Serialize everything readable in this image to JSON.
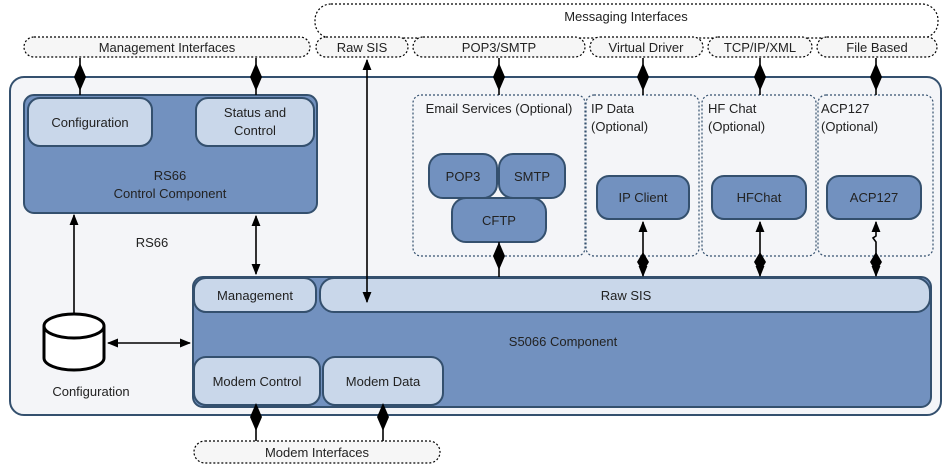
{
  "colors": {
    "outer_fill": "#f4f5f8",
    "outer_stroke": "#34506e",
    "dark_fill": "#7291bf",
    "light_fill": "#c9d7ea",
    "pill_fill": "#f6f6f6",
    "line": "#000000"
  },
  "icons": {
    "arrow": "double-headed-arrow-icon",
    "database": "database-cylinder-icon"
  },
  "labels": {
    "messaging_interfaces": "Messaging Interfaces",
    "management_interfaces": "Management Interfaces",
    "raw_sis_pill": "Raw SIS",
    "pop3_smtp": "POP3/SMTP",
    "virtual_driver": "Virtual Driver",
    "tcp_ip_xml": "TCP/IP/XML",
    "file_based": "File Based",
    "modem_interfaces": "Modem Interfaces",
    "rs66": "RS66",
    "configuration_box": "Configuration",
    "status_control_1": "Status and",
    "status_control_2": "Control",
    "rs66_control_1": "RS66",
    "rs66_control_2": "Control Component",
    "configuration_db": "Configuration",
    "email_services": "Email Services (Optional)",
    "ip_data_1": "IP Data",
    "ip_data_2": "(Optional)",
    "hf_chat_1": "HF Chat",
    "hf_chat_2": "(Optional)",
    "acp127_1": "ACP127",
    "acp127_2": "(Optional)",
    "pop3": "POP3",
    "smtp": "SMTP",
    "cftp": "CFTP",
    "ip_client": "IP Client",
    "hfchat": "HFChat",
    "acp127_box": "ACP127",
    "management": "Management",
    "raw_sis_bar": "Raw SIS",
    "s5066_component": "S5066 Component",
    "modem_control": "Modem Control",
    "modem_data": "Modem Data"
  }
}
